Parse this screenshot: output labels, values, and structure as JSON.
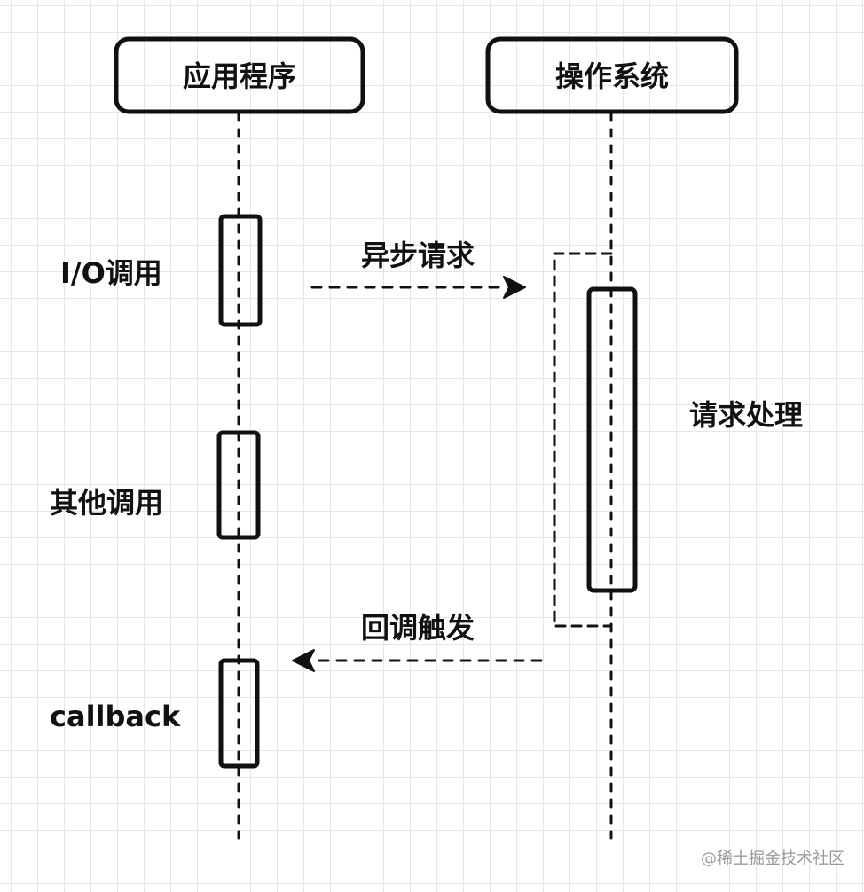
{
  "actors": [
    {
      "id": "app",
      "label": "应用程序"
    },
    {
      "id": "os",
      "label": "操作系统"
    }
  ],
  "labels": {
    "io_call": "I/O调用",
    "other_call": "其他调用",
    "callback": "callback",
    "request_processing": "请求处理"
  },
  "messages": [
    {
      "from": "app",
      "to": "os",
      "label": "异步请求",
      "style": "dashed"
    },
    {
      "from": "os",
      "to": "app",
      "label": "回调触发",
      "style": "dashed"
    }
  ],
  "watermark": "@稀土掘金技术社区"
}
